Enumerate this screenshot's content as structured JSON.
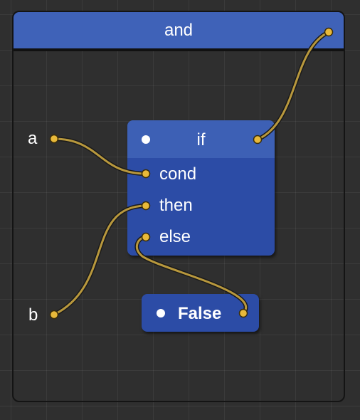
{
  "frame": {
    "title": "and"
  },
  "inputs": [
    {
      "id": "a",
      "label": "a"
    },
    {
      "id": "b",
      "label": "b"
    }
  ],
  "if_node": {
    "title": "if",
    "ports": [
      {
        "id": "cond",
        "label": "cond"
      },
      {
        "id": "then",
        "label": "then"
      },
      {
        "id": "else",
        "label": "else"
      }
    ]
  },
  "false_node": {
    "title": "False"
  },
  "connections": [
    {
      "from": "a",
      "to": "cond"
    },
    {
      "from": "b",
      "to": "then"
    },
    {
      "from": "false_output",
      "to": "else"
    },
    {
      "from": "if_output",
      "to": "frame_output"
    }
  ],
  "colors": {
    "background": "#2f2f2f",
    "node_body": "#2c4ca6",
    "node_header": "#3d60b5",
    "wire": "#b8983d",
    "port": "#e8b93a"
  }
}
